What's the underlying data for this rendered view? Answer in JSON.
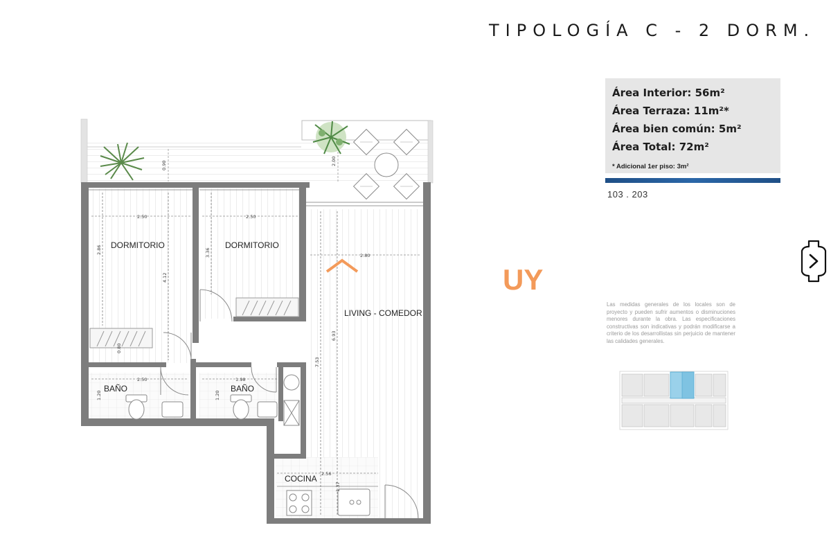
{
  "header": {
    "title": "TIPOLOGÍA C - 2 DORM."
  },
  "areas": {
    "interior": "Área Interior: 56m²",
    "terraza": "Área Terraza: 11m²*",
    "bien_comun": "Área bien común: 5m²",
    "total": "Área Total: 72m²",
    "note": "* Adicional 1er piso: 3m²",
    "accent_color": "#2b67a8"
  },
  "unit_code": "103 . 203",
  "disclaimer": "Las medidas generales de los locales son de proyecto y pueden sufrir aumentos o disminuciones menores durante la obra. Las especificaciones constructivas son indicativas y podrán modificarse a criterio de los desarrollistas sin perjuicio de mantener las calidades generales.",
  "watermark": {
    "text": "UY",
    "color": "#f39a5a"
  },
  "next_icon": "chevron-right-icon",
  "rooms": {
    "dormitorio_1": "DORMITORIO",
    "dormitorio_2": "DORMITORIO",
    "living": "LIVING - COMEDOR",
    "bano_1": "BAÑO",
    "bano_2": "BAÑO",
    "cocina": "COCINA"
  },
  "dimensions": {
    "d1": "0.90",
    "d2": "2.00",
    "d3": "2.50",
    "d4": "2.50",
    "d5": "2.80",
    "d6": "2.86",
    "d7": "3.36",
    "d8": "4.12",
    "d9": "0.80",
    "d10": "6.93",
    "d11": "7.53",
    "d12": "2.50",
    "d13": "1.98",
    "d14": "1.20",
    "d15": "1.20",
    "d16": "2.56",
    "d17": "1.37"
  }
}
